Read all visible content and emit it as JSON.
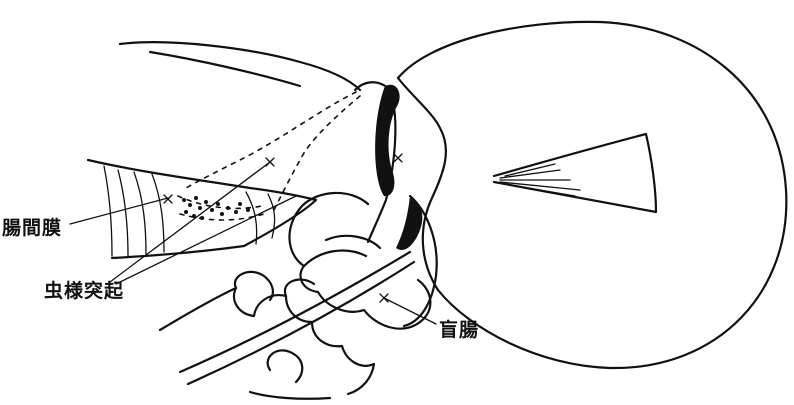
{
  "labels": {
    "mesentery": "腸間膜",
    "appendix": "虫様突起",
    "cecum": "盲腸"
  },
  "colors": {
    "ink": "#111111",
    "background": "#ffffff"
  }
}
